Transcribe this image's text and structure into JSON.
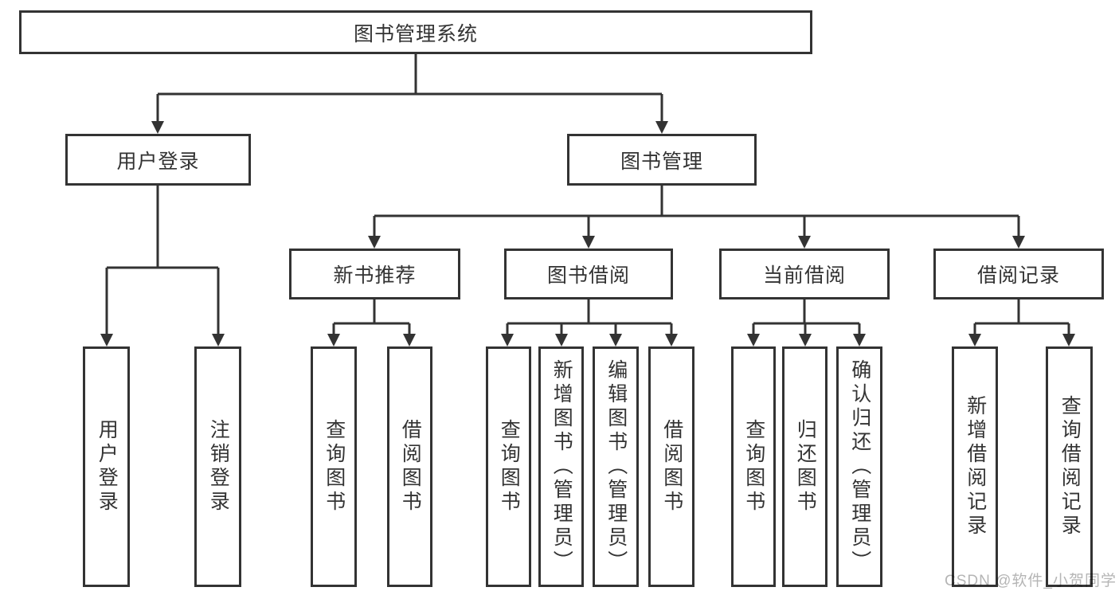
{
  "diagram": {
    "root": {
      "label": "图书管理系统"
    },
    "branches": [
      {
        "label": "用户登录",
        "children": [
          {
            "label": "用户登录"
          },
          {
            "label": "注销登录"
          }
        ]
      },
      {
        "label": "图书管理",
        "children": [
          {
            "label": "新书推荐",
            "children": [
              {
                "label": "查询图书"
              },
              {
                "label": "借阅图书"
              }
            ]
          },
          {
            "label": "图书借阅",
            "children": [
              {
                "label": "查询图书"
              },
              {
                "label": "新增图书（管理员）"
              },
              {
                "label": "编辑图书（管理员）"
              },
              {
                "label": "借阅图书"
              }
            ]
          },
          {
            "label": "当前借阅",
            "children": [
              {
                "label": "查询图书"
              },
              {
                "label": "归还图书"
              },
              {
                "label": "确认归还（管理员）"
              }
            ]
          },
          {
            "label": "借阅记录",
            "children": [
              {
                "label": "新增借阅记录"
              },
              {
                "label": "查询借阅记录"
              }
            ]
          }
        ]
      }
    ]
  },
  "watermark": {
    "text": "CSDN @软件_小贺同学"
  },
  "colors": {
    "line": "#333333",
    "text": "#333333",
    "background": "#ffffff",
    "watermark": "#b5b5b5"
  }
}
